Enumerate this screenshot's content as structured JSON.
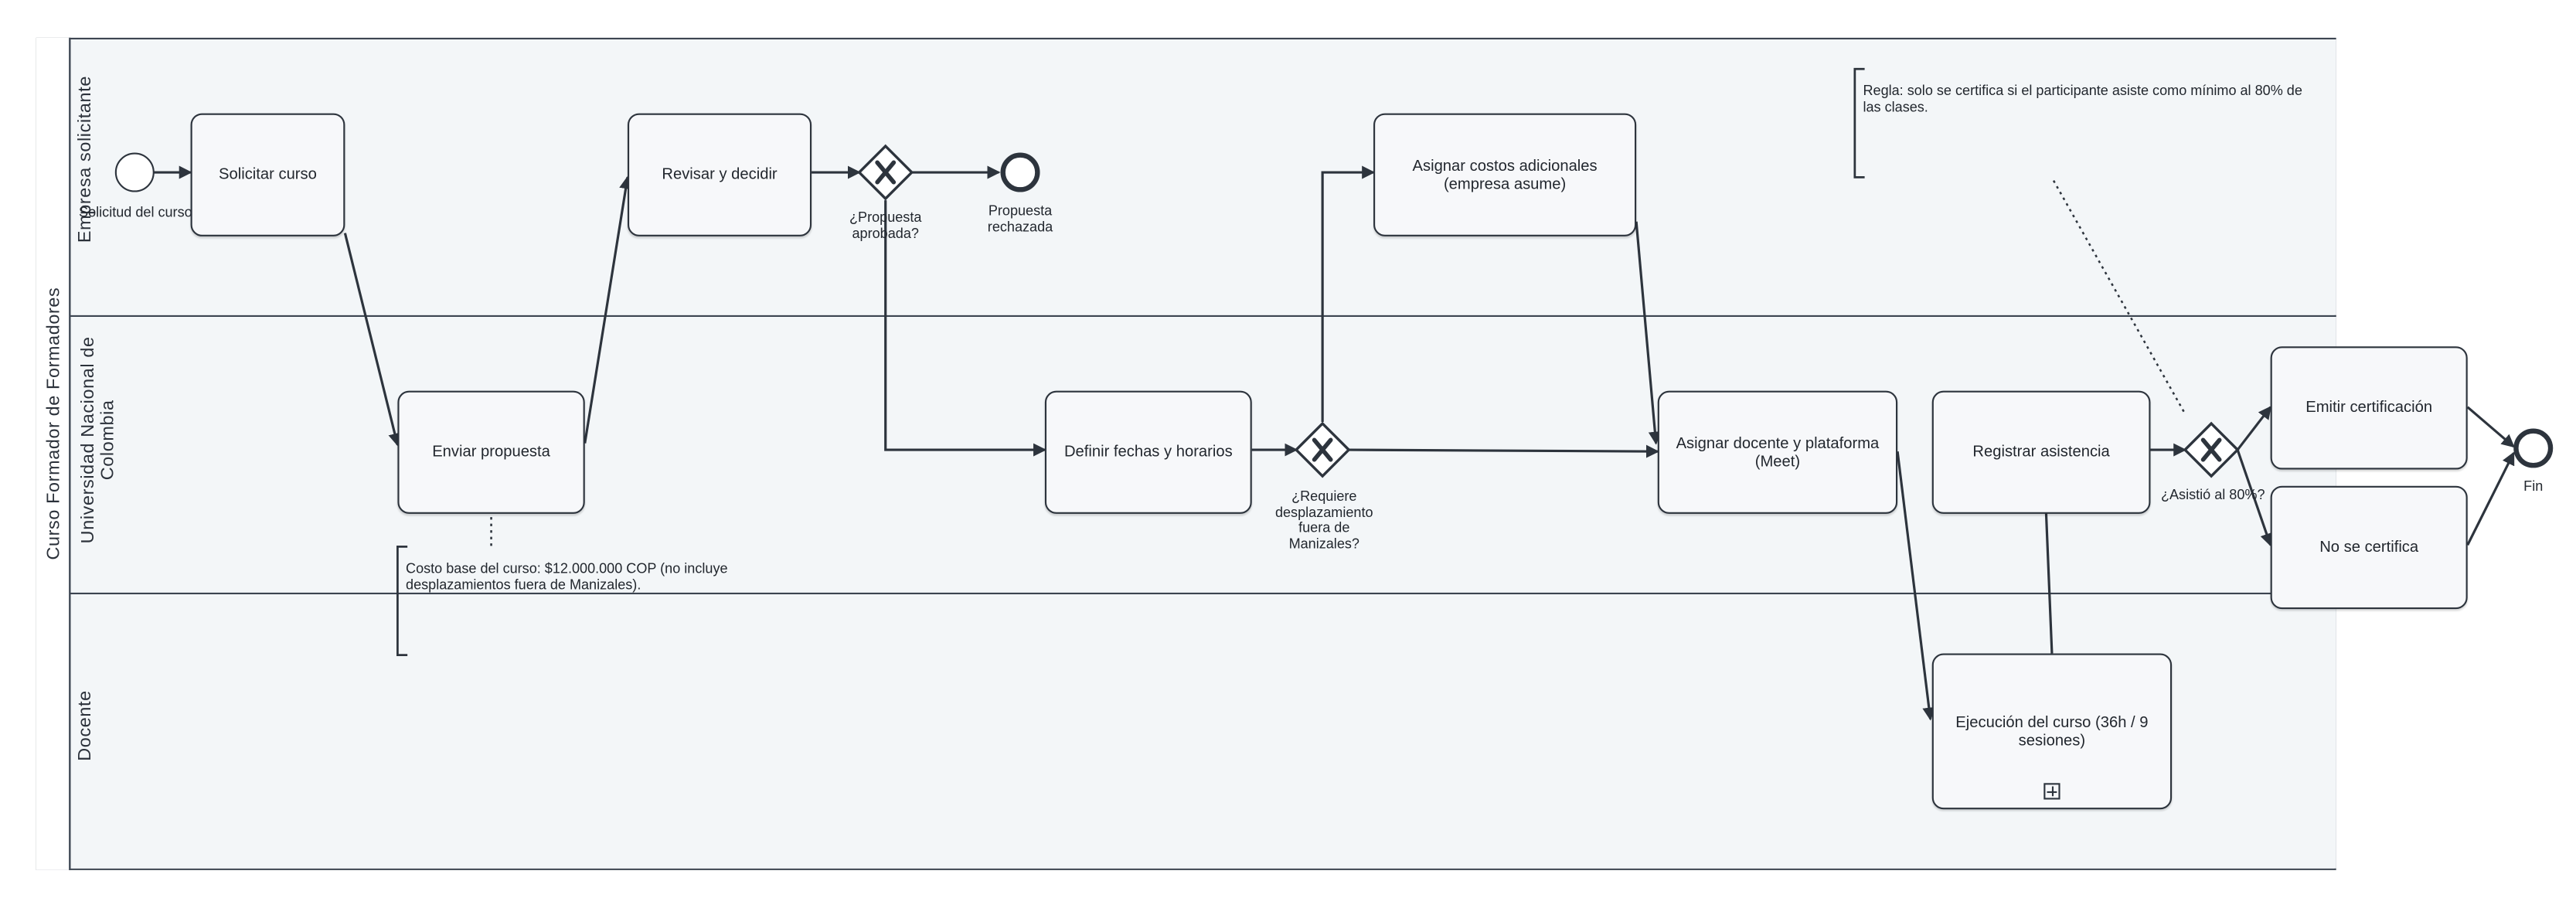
{
  "pool": {
    "name": "Curso Formador de Formadores"
  },
  "lanes": [
    {
      "name": "Empresa solicitante"
    },
    {
      "name": "Universidad Nacional de Colombia"
    },
    {
      "name": "Docente"
    }
  ],
  "events": {
    "start_label": "Solicitud del curso",
    "end_rejected_label": "Propuesta rechazada",
    "end_label": "Fin"
  },
  "tasks": {
    "solicitar": "Solicitar curso",
    "revisar": "Revisar y decidir",
    "enviar": "Enviar propuesta",
    "definir": "Definir fechas y horarios",
    "asignar_costos": "Asignar costos adicionales (empresa asume)",
    "asignar_docente": "Asignar docente y plataforma (Meet)",
    "registrar": "Registrar asistencia",
    "ejecucion": "Ejecución del curso (36h / 9 sesiones)",
    "emitir": "Emitir certificación",
    "no_certifica": "No se certifica"
  },
  "gateways": {
    "aprobada": "¿Propuesta aprobada?",
    "desplazamiento": "¿Requiere desplazamiento fuera de Manizales?",
    "asistio": "¿Asistió al 80%?"
  },
  "annotations": {
    "costo": "Costo base del curso: $12.000.000 COP (no incluye desplazamientos fuera de Manizales).",
    "regla": "Regla: solo se certifica si el participante asiste como mínimo al 80% de las clases."
  },
  "colors": {
    "lane_fill": "#f3f6f8",
    "stroke": "#2d343d"
  }
}
